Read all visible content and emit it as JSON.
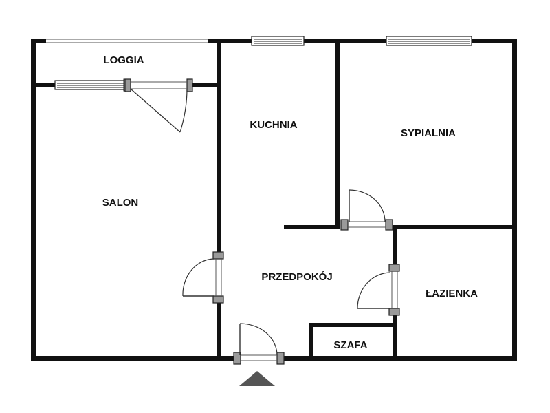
{
  "plan": {
    "rooms": {
      "loggia": "LOGGIA",
      "kuchnia": "KUCHNIA",
      "sypialnia": "SYPIALNIA",
      "salon": "SALON",
      "przedpokoj": "PRZEDPOKÓJ",
      "lazienka": "ŁAZIENKA",
      "szafa": "SZAFA"
    },
    "colors": {
      "wall": "#111111",
      "entrance_marker": "#555555",
      "background": "#ffffff"
    },
    "icons": {
      "entrance": "entrance-triangle-icon",
      "door": "door-swing-icon",
      "window": "window-icon"
    }
  }
}
